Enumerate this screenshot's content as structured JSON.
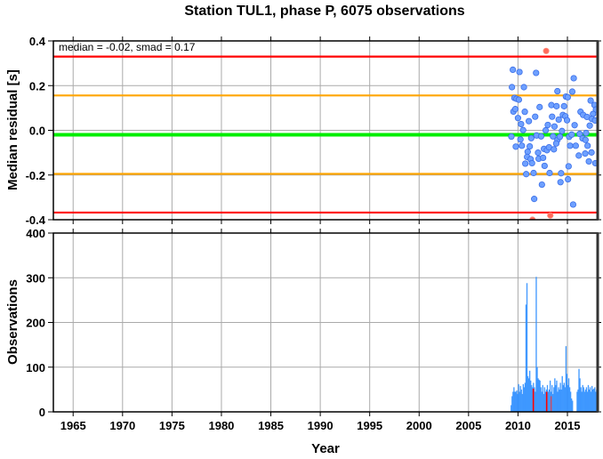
{
  "title": "Station TUL1, phase P, 6075 observations",
  "chart_data": [
    {
      "type": "scatter",
      "title": "Station TUL1, phase P, 6075 observations",
      "ylabel": "Median residual [s]",
      "xlabel": "",
      "xlim": [
        1963.0,
        2018.06
      ],
      "ylim": [
        -0.4,
        0.4
      ],
      "yticks": [
        "0.4",
        "0.2",
        "0.0",
        "-0.2",
        "-0.4"
      ],
      "ytick_values": [
        0.4,
        0.2,
        0.0,
        -0.2,
        -0.4
      ],
      "grid": true,
      "annotation": "median = -0.02, smad = 0.17",
      "reference_lines": [
        {
          "name": "upper-limit",
          "value": 0.33,
          "color": "#ff0000"
        },
        {
          "name": "upper-smad",
          "value": 0.156,
          "color": "#ffa500"
        },
        {
          "name": "median",
          "value": -0.02,
          "color": "#00ee00"
        },
        {
          "name": "lower-smad",
          "value": -0.195,
          "color": "#ffa500"
        },
        {
          "name": "lower-limit",
          "value": -0.368,
          "color": "#ff0000"
        }
      ],
      "series": [
        {
          "name": "residuals",
          "color": "#6ea0ff",
          "x": [
            2009.48,
            2010.15,
            2011.83,
            2015.64,
            2009.39,
            2010.6,
            2013.99,
            2015.49,
            2009.64,
            2009.85,
            2010.09,
            2014.85,
            2015.03,
            2017.35,
            2017.74,
            2009.54,
            2009.73,
            2010.69,
            2012.19,
            2013.38,
            2013.9,
            2014.66,
            2017.89,
            2010.0,
            2011.74,
            2013.45,
            2014.54,
            2014.79,
            2016.33,
            2016.59,
            2016.98,
            2017.59,
            2010.31,
            2011.1,
            2014.12,
            2014.96,
            2017.47,
            2017.8,
            2013.02,
            2013.69,
            2015.73,
            2017.26,
            2010.52,
            2012.8,
            2014.45,
            2009.33,
            2010.25,
            2011.34,
            2011.88,
            2012.34,
            2013.54,
            2013.99,
            2014.24,
            2015.18,
            2015.43,
            2016.24,
            2016.53,
            2016.83,
            2016.89,
            2009.78,
            2010.39,
            2011.19,
            2012.03,
            2012.63,
            2012.93,
            2013.14,
            2013.63,
            2013.87,
            2015.27,
            2015.84,
            2017.04,
            2010.98,
            2010.92,
            2011.28,
            2011.42,
            2010.74,
            2012.09,
            2012.54,
            2012.69,
            2015.12,
            2016.15,
            2016.8,
            2017.44,
            2017.17,
            2017.83,
            2010.83,
            2011.58,
            2013.2,
            2014.36,
            2012.42,
            2014.3,
            2015.06,
            2011.64,
            2015.58
          ],
          "y": [
            0.271,
            0.261,
            0.257,
            0.233,
            0.193,
            0.193,
            0.175,
            0.173,
            0.145,
            0.141,
            0.137,
            0.151,
            0.148,
            0.133,
            0.113,
            0.084,
            0.095,
            0.083,
            0.104,
            0.113,
            0.108,
            0.108,
            0.093,
            0.055,
            0.061,
            0.061,
            0.069,
            0.063,
            0.083,
            0.069,
            0.06,
            0.073,
            0.028,
            0.041,
            0.048,
            0.045,
            0.051,
            0.044,
            0.024,
            0.017,
            0.023,
            0.021,
            0.001,
            0.0,
            -0.003,
            -0.028,
            -0.041,
            -0.035,
            -0.023,
            -0.027,
            -0.027,
            -0.043,
            -0.029,
            -0.029,
            -0.019,
            -0.016,
            -0.036,
            -0.043,
            -0.012,
            -0.073,
            -0.069,
            -0.072,
            -0.1,
            -0.083,
            -0.089,
            -0.076,
            -0.085,
            -0.059,
            -0.069,
            -0.069,
            -0.069,
            -0.096,
            -0.119,
            -0.129,
            -0.147,
            -0.149,
            -0.127,
            -0.123,
            -0.159,
            -0.161,
            -0.113,
            -0.104,
            -0.099,
            -0.139,
            -0.147,
            -0.196,
            -0.191,
            -0.191,
            -0.192,
            -0.243,
            -0.232,
            -0.219,
            -0.307,
            -0.332
          ]
        },
        {
          "name": "outliers",
          "color": "#ff6a5a",
          "x": [
            2012.85,
            2011.47,
            2013.27
          ],
          "y": [
            0.355,
            -0.4,
            -0.381
          ]
        }
      ]
    },
    {
      "type": "bar",
      "xlabel": "Year",
      "ylabel": "Observations",
      "xlim": [
        1963.0,
        2018.06
      ],
      "ylim": [
        0,
        400
      ],
      "yticks": [
        "400",
        "300",
        "200",
        "100",
        "0"
      ],
      "ytick_values": [
        400,
        300,
        200,
        100,
        0
      ],
      "xticks": [
        "1965",
        "1970",
        "1975",
        "1980",
        "1985",
        "1990",
        "1995",
        "2000",
        "2005",
        "2010",
        "2015"
      ],
      "xtick_values": [
        1965,
        1970,
        1975,
        1980,
        1985,
        1990,
        1995,
        2000,
        2005,
        2010,
        2015
      ],
      "grid": true,
      "bar_color": "#2f8fff",
      "x_start": 2009.25,
      "x_step": 0.094,
      "values": [
        15,
        35,
        45,
        55,
        45,
        45,
        48,
        40,
        62,
        45,
        58,
        50,
        40,
        62,
        55,
        65,
        240,
        288,
        80,
        75,
        92,
        70,
        60,
        55,
        65,
        55,
        45,
        302,
        100,
        75,
        72,
        70,
        55,
        45,
        60,
        40,
        55,
        45,
        50,
        60,
        45,
        50,
        70,
        45,
        60,
        40,
        55,
        75,
        60,
        70,
        45,
        55,
        50,
        65,
        50,
        80,
        60,
        65,
        55,
        147,
        85,
        60,
        75,
        55,
        45,
        30,
        25,
        0,
        0,
        0,
        0,
        45,
        50,
        96,
        75,
        55,
        45,
        60,
        55,
        45,
        50,
        55,
        45,
        60,
        50,
        55,
        45,
        58,
        50,
        52,
        55,
        45,
        50,
        48
      ],
      "highlight_bars": {
        "x": [
          2011.48,
          2012.83,
          2013.28
        ],
        "values": [
          52,
          45,
          35
        ],
        "colors": [
          "#ff0000",
          "#ff0000",
          "#c0506e"
        ]
      }
    }
  ]
}
